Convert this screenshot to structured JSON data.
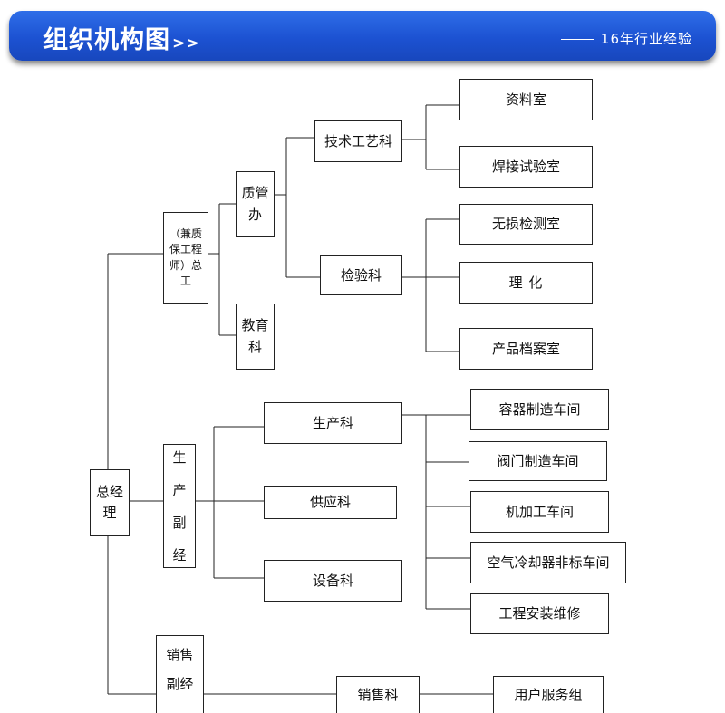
{
  "header": {
    "title": "组织机构图",
    "arrows": ">>",
    "subtitle": "16年行业经验"
  },
  "org": {
    "general_manager": "总经理",
    "chief_engineer": "（兼质保工程师）总 工",
    "quality_office": "质管办",
    "tech_process_dept": "技术工艺科",
    "data_room": "资料室",
    "welding_test_room": "焊接试验室",
    "inspection_dept": "检验科",
    "ndt_room": "无损检测室",
    "physchem_room": "理 化",
    "product_archive_room": "产品档案室",
    "education_dept": "教育科",
    "production_vp": "生产副经",
    "production_dept": "生产科",
    "supply_dept": "供应科",
    "equipment_dept": "设备科",
    "vessel_workshop": "容器制造车间",
    "valve_workshop": "阀门制造车间",
    "machining_workshop": "机加工车间",
    "air_cooler_workshop": "空气冷却器非标车间",
    "installation_repair": "工程安装维修",
    "sales_vp": "销售副经",
    "sales_dept": "销售科",
    "customer_service": "用户服务组"
  }
}
